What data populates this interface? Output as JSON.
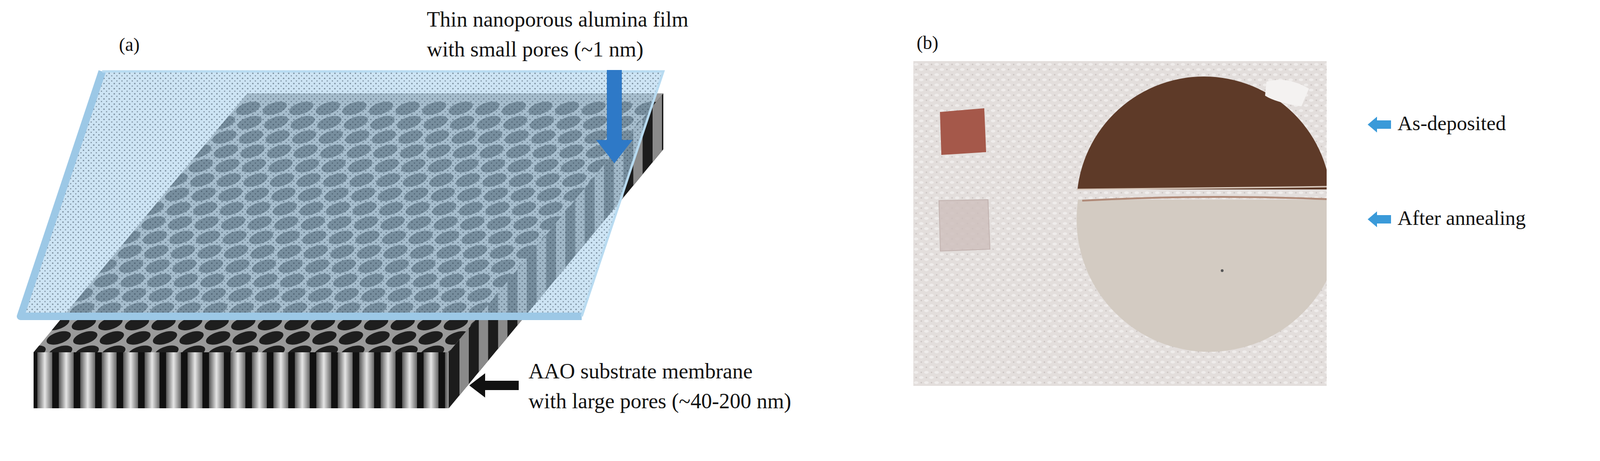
{
  "diagram": {
    "labels": [
      "(a)",
      "Thin nanoporous alumina film with small pores (~1 nm)",
      "AAO substrate membrane with large pores (~40-200 nm)",
      "(b)",
      "As-deposited",
      "After annealing"
    ]
  }
}
